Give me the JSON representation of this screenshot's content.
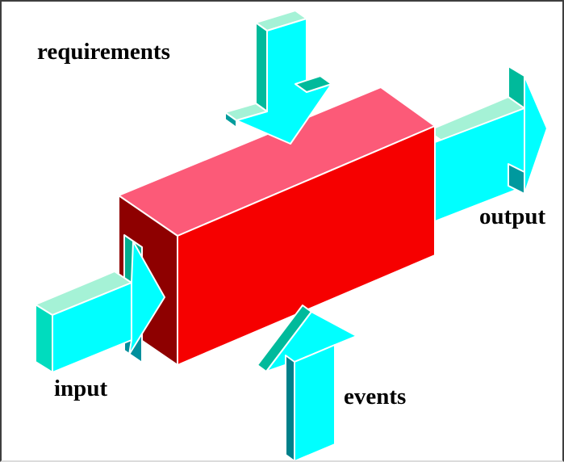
{
  "diagram": {
    "title": "process-box-diagram",
    "labels": {
      "requirements": "requirements",
      "input": "input",
      "output": "output",
      "events": "events"
    },
    "colors": {
      "background": "#FFFFFF",
      "border": "#3E3E3E",
      "text": "#000000",
      "box_top": "#FC5A78",
      "box_front": "#F60000",
      "box_side": "#8E0000",
      "arrow_front": "#00FFFF",
      "arrow_top_mint": "#A5F2D6",
      "arrow_side_teal": "#00BA9B",
      "arrow_side_dark": "#00808A",
      "arrow_tail_cap": "#00DCBE",
      "fin_dark": "#00999E",
      "wing_sliver": "#009C9C",
      "hole": "#00AE90",
      "hole_dark": "#008F9C",
      "edge_line": "#FFFFFF"
    }
  }
}
